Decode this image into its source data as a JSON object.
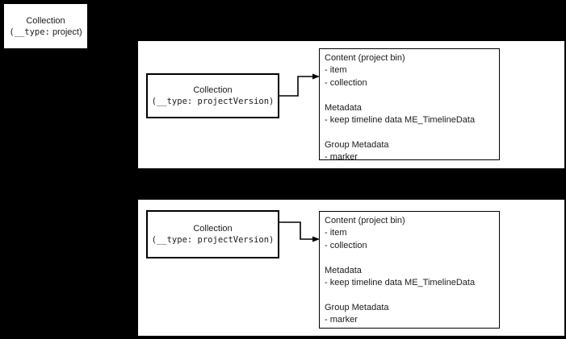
{
  "colors": {
    "background": "#000000",
    "panel": "#ffffff",
    "node_fill": "#ffffff",
    "border": "#000000",
    "text": "#1a1a1a",
    "edge": "#000000"
  },
  "project_box": {
    "title": "Collection",
    "subtitle_mono": "(__type:",
    "subtitle_rest": " project)"
  },
  "panels": [
    {
      "collection_box": {
        "title": "Collection",
        "subtitle": "(__type: projectVersion)"
      },
      "content_box": {
        "lines": [
          "Content (project bin)",
          "- item",
          "- collection",
          "",
          "Metadata",
          "- keep timeline data ME_TimelineData",
          "",
          "Group Metadata",
          "- marker"
        ]
      }
    },
    {
      "collection_box": {
        "title": "Collection",
        "subtitle": "(__type: projectVersion)"
      },
      "content_box": {
        "lines": [
          "Content (project bin)",
          "- item",
          "- collection",
          "",
          "Metadata",
          "- keep timeline data ME_TimelineData",
          "",
          "Group Metadata",
          "- marker"
        ]
      }
    }
  ]
}
